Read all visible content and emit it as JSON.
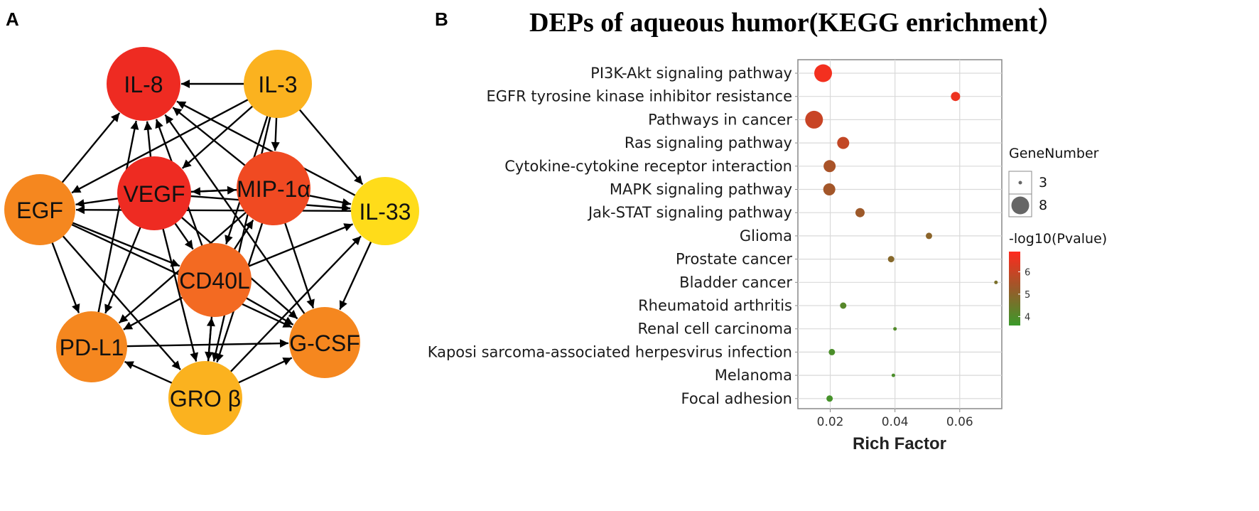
{
  "panel_a": {
    "letter": "A",
    "nodes": [
      {
        "id": "IL-8",
        "label": "IL-8",
        "color": "#ee2b22"
      },
      {
        "id": "IL-3",
        "label": "IL-3",
        "color": "#fbb21f"
      },
      {
        "id": "EGF",
        "label": "EGF",
        "color": "#f5871f"
      },
      {
        "id": "VEGF",
        "label": "VEGF",
        "color": "#ee2b22"
      },
      {
        "id": "MIP-1a",
        "label": "MIP-1α",
        "color": "#f04a22"
      },
      {
        "id": "IL-33",
        "label": "IL-33",
        "color": "#ffdc1a"
      },
      {
        "id": "CD40L",
        "label": "CD40L",
        "color": "#f36a22"
      },
      {
        "id": "PD-L1",
        "label": "PD-L1",
        "color": "#f5871f"
      },
      {
        "id": "G-CSF",
        "label": "G-CSF",
        "color": "#f5871f"
      },
      {
        "id": "GRO",
        "label": "GRO β",
        "color": "#fbb21f"
      }
    ],
    "edges": [
      [
        "IL-3",
        "IL-8"
      ],
      [
        "IL-3",
        "VEGF"
      ],
      [
        "IL-3",
        "MIP-1a"
      ],
      [
        "IL-3",
        "IL-33"
      ],
      [
        "IL-3",
        "EGF"
      ],
      [
        "IL-3",
        "CD40L"
      ],
      [
        "IL-3",
        "GRO"
      ],
      [
        "EGF",
        "IL-8"
      ],
      [
        "EGF",
        "PD-L1"
      ],
      [
        "EGF",
        "CD40L"
      ],
      [
        "EGF",
        "G-CSF"
      ],
      [
        "EGF",
        "GRO"
      ],
      [
        "VEGF",
        "IL-8"
      ],
      [
        "VEGF",
        "EGF"
      ],
      [
        "VEGF",
        "MIP-1a"
      ],
      [
        "VEGF",
        "IL-33"
      ],
      [
        "VEGF",
        "CD40L"
      ],
      [
        "VEGF",
        "G-CSF"
      ],
      [
        "VEGF",
        "GRO"
      ],
      [
        "VEGF",
        "PD-L1"
      ],
      [
        "MIP-1a",
        "IL-8"
      ],
      [
        "MIP-1a",
        "VEGF"
      ],
      [
        "MIP-1a",
        "IL-33"
      ],
      [
        "MIP-1a",
        "G-CSF"
      ],
      [
        "MIP-1a",
        "GRO"
      ],
      [
        "MIP-1a",
        "PD-L1"
      ],
      [
        "CD40L",
        "IL-8"
      ],
      [
        "CD40L",
        "MIP-1a"
      ],
      [
        "CD40L",
        "IL-33"
      ],
      [
        "CD40L",
        "G-CSF"
      ],
      [
        "CD40L",
        "GRO"
      ],
      [
        "CD40L",
        "PD-L1"
      ],
      [
        "PD-L1",
        "IL-8"
      ],
      [
        "PD-L1",
        "G-CSF"
      ],
      [
        "GRO",
        "PD-L1"
      ],
      [
        "GRO",
        "G-CSF"
      ],
      [
        "GRO",
        "IL-33"
      ],
      [
        "GRO",
        "CD40L"
      ],
      [
        "G-CSF",
        "IL-8"
      ],
      [
        "IL-33",
        "G-CSF"
      ],
      [
        "IL-33",
        "IL-8"
      ],
      [
        "IL-33",
        "EGF"
      ]
    ]
  },
  "panel_b": {
    "letter": "B"
  },
  "chart_data": {
    "type": "scatter",
    "title": "DEPs of aqueous humor(KEGG enrichment）",
    "xlabel": "Rich Factor",
    "ylabel": "",
    "xlim": [
      0.01,
      0.073
    ],
    "xticks": [
      0.02,
      0.04,
      0.06
    ],
    "xtick_labels": [
      "0.02",
      "0.04",
      "0.06"
    ],
    "grid": true,
    "categories": [
      "PI3K-Akt signaling pathway",
      "EGFR tyrosine kinase inhibitor resistance",
      "Pathways in cancer",
      "Ras signaling pathway",
      "Cytokine-cytokine receptor interaction",
      "MAPK signaling pathway",
      "Jak-STAT signaling pathway",
      "Glioma",
      "Prostate cancer",
      "Bladder cancer",
      "Rheumatoid arthritis",
      "Renal cell carcinoma",
      "Kaposi sarcoma-associated herpesvirus infection",
      "Melanoma",
      "Focal adhesion"
    ],
    "points": [
      {
        "pathway": "PI3K-Akt signaling pathway",
        "rich_factor": 0.0178,
        "gene_number": 8,
        "neg_log10_p": 6.7
      },
      {
        "pathway": "EGFR tyrosine kinase inhibitor resistance",
        "rich_factor": 0.0587,
        "gene_number": 5,
        "neg_log10_p": 6.6
      },
      {
        "pathway": "Pathways in cancer",
        "rich_factor": 0.015,
        "gene_number": 8,
        "neg_log10_p": 6.0
      },
      {
        "pathway": "Ras signaling pathway",
        "rich_factor": 0.024,
        "gene_number": 6,
        "neg_log10_p": 5.9
      },
      {
        "pathway": "Cytokine-cytokine receptor interaction",
        "rich_factor": 0.0198,
        "gene_number": 6,
        "neg_log10_p": 5.5
      },
      {
        "pathway": "MAPK signaling pathway",
        "rich_factor": 0.0197,
        "gene_number": 6,
        "neg_log10_p": 5.4
      },
      {
        "pathway": "Jak-STAT signaling pathway",
        "rich_factor": 0.0292,
        "gene_number": 5,
        "neg_log10_p": 5.3
      },
      {
        "pathway": "Glioma",
        "rich_factor": 0.0505,
        "gene_number": 4,
        "neg_log10_p": 5.0
      },
      {
        "pathway": "Prostate cancer",
        "rich_factor": 0.0388,
        "gene_number": 4,
        "neg_log10_p": 4.9
      },
      {
        "pathway": "Bladder cancer",
        "rich_factor": 0.0712,
        "gene_number": 3,
        "neg_log10_p": 4.7
      },
      {
        "pathway": "Rheumatoid arthritis",
        "rich_factor": 0.024,
        "gene_number": 4,
        "neg_log10_p": 4.1
      },
      {
        "pathway": "Renal cell carcinoma",
        "rich_factor": 0.04,
        "gene_number": 3,
        "neg_log10_p": 4.0
      },
      {
        "pathway": "Kaposi sarcoma-associated herpesvirus infection",
        "rich_factor": 0.0205,
        "gene_number": 4,
        "neg_log10_p": 3.9
      },
      {
        "pathway": "Melanoma",
        "rich_factor": 0.0395,
        "gene_number": 3,
        "neg_log10_p": 3.9
      },
      {
        "pathway": "Focal adhesion",
        "rich_factor": 0.0198,
        "gene_number": 4,
        "neg_log10_p": 3.8
      }
    ],
    "size_legend": {
      "title": "GeneNumber",
      "entries": [
        {
          "label": "3",
          "value": 3
        },
        {
          "label": "8",
          "value": 8
        }
      ]
    },
    "color_legend": {
      "title": "-log10(Pvalue)",
      "range": [
        3.6,
        6.9
      ],
      "ticks": [
        4,
        5,
        6
      ],
      "tick_labels": [
        "4",
        "5",
        "6"
      ],
      "low_color": "#3a9a2a",
      "mid_color": "#9a5a2a",
      "high_color": "#ff2a1e"
    },
    "legend_position": "right"
  }
}
